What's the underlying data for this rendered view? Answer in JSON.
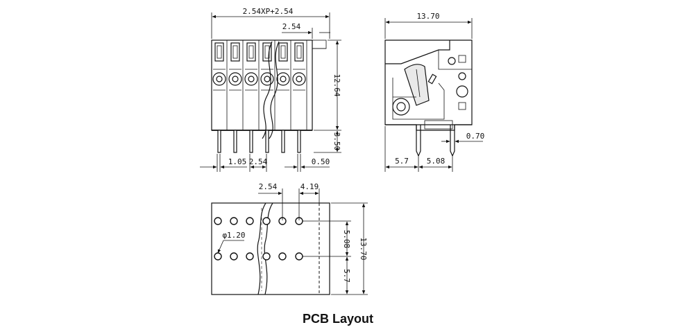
{
  "front_view": {
    "pitch_formula": "2.54XP+2.54",
    "pitch": "2.54",
    "height": "12.64",
    "pin_length": "3.50",
    "pin_width_left": "1.05",
    "pin_pitch_bottom": "2.54",
    "pin_thickness": "0.50"
  },
  "side_view": {
    "depth": "13.70",
    "pin_diameter": "0.70",
    "offset_front": "5.7",
    "pin_spacing": "5.08"
  },
  "pcb_layout": {
    "pitch": "2.54",
    "edge_offset": "4.19",
    "hole_diameter": "φ1.20",
    "row_spacing": "5.08",
    "row_offset": "5.7",
    "total_depth": "13.70",
    "caption": "PCB Layout"
  }
}
